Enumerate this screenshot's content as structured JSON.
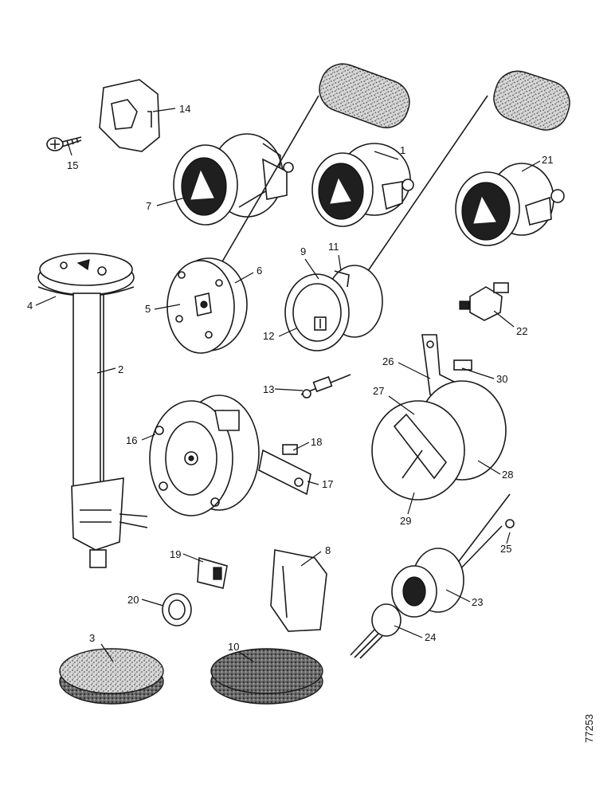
{
  "figure_ref": "77253",
  "callouts": [
    {
      "id": "c1",
      "label": "1"
    },
    {
      "id": "c2",
      "label": "2"
    },
    {
      "id": "c3",
      "label": "3"
    },
    {
      "id": "c4",
      "label": "4"
    },
    {
      "id": "c5",
      "label": "5"
    },
    {
      "id": "c6",
      "label": "6"
    },
    {
      "id": "c7",
      "label": "7"
    },
    {
      "id": "c8",
      "label": "8"
    },
    {
      "id": "c9",
      "label": "9"
    },
    {
      "id": "c10",
      "label": "10"
    },
    {
      "id": "c11",
      "label": "11"
    },
    {
      "id": "c12",
      "label": "12"
    },
    {
      "id": "c13",
      "label": "13"
    },
    {
      "id": "c14",
      "label": "14"
    },
    {
      "id": "c15",
      "label": "15"
    },
    {
      "id": "c16",
      "label": "16"
    },
    {
      "id": "c17",
      "label": "17"
    },
    {
      "id": "c18",
      "label": "18"
    },
    {
      "id": "c19",
      "label": "19"
    },
    {
      "id": "c20",
      "label": "20"
    },
    {
      "id": "c21",
      "label": "21"
    },
    {
      "id": "c22",
      "label": "22"
    },
    {
      "id": "c23",
      "label": "23"
    },
    {
      "id": "c24",
      "label": "24"
    },
    {
      "id": "c25",
      "label": "25"
    },
    {
      "id": "c26",
      "label": "26"
    },
    {
      "id": "c27",
      "label": "27"
    },
    {
      "id": "c28",
      "label": "28"
    },
    {
      "id": "c29",
      "label": "29"
    },
    {
      "id": "c30",
      "label": "30"
    }
  ]
}
